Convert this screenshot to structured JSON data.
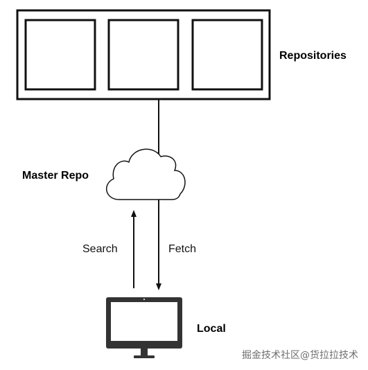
{
  "labels": {
    "repositories": "Repositories",
    "master_repo": "Master Repo",
    "search": "Search",
    "fetch": "Fetch",
    "local": "Local"
  },
  "watermark": "掘金技术社区@货拉拉技术",
  "colors": {
    "stroke": "#111111",
    "background": "#ffffff",
    "monitor_body": "#333333"
  },
  "icons": {
    "cloud": "cloud-icon",
    "computer": "desktop-monitor-icon"
  }
}
